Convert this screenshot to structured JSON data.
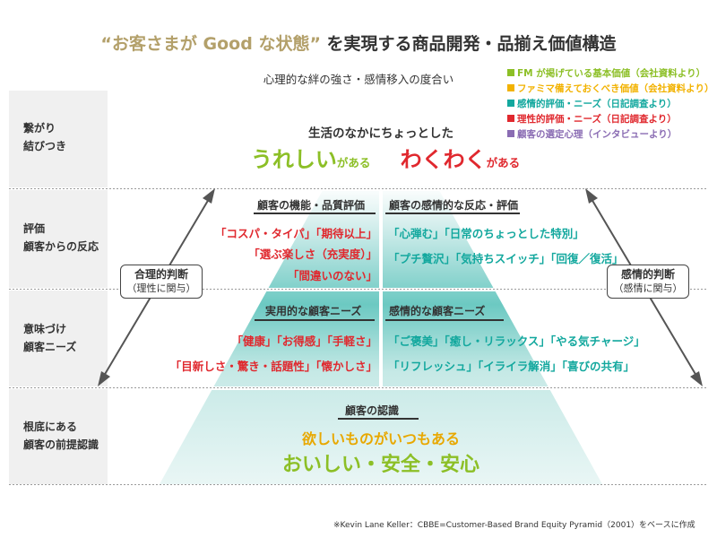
{
  "title": {
    "quoted": "“お客さまが Good な状態”",
    "rest": " を実現する商品開発・品揃え価値構造"
  },
  "subtitle": "心理的な絆の強さ・感情移入の度合い",
  "legend": [
    {
      "label": "FM が掲げている基本価値（会社資料より）",
      "color": "#8cbf26"
    },
    {
      "label": "ファミマ備えておくべき価値（会社資料より）",
      "color": "#f2b200"
    },
    {
      "label": "感情的評価・ニーズ（日記調査より）",
      "color": "#13a89e"
    },
    {
      "label": "理性的評価・ニーズ（日記調査より）",
      "color": "#e0282e"
    },
    {
      "label": "顧客の選定心理（インタビューより）",
      "color": "#8a6cb3"
    }
  ],
  "rows": [
    {
      "line1": "繋がり",
      "line2": "結びつき"
    },
    {
      "line1": "評価",
      "line2": "顧客からの反応"
    },
    {
      "line1": "意味づけ",
      "line2": "顧客ニーズ"
    },
    {
      "line1": "根底にある",
      "line2": "顧客の前提認識"
    }
  ],
  "top": {
    "lead": "生活のなかにちょっとした",
    "w1": "うれしい",
    "a1": "がある",
    "w2": "わくわく",
    "a2": "がある"
  },
  "eval": {
    "left_header": "顧客の機能・品質評価",
    "right_header": "顧客の感情的な反応・評価",
    "left_lines": [
      "「コスパ・タイパ」「期待以上」",
      "「選ぶ楽しさ（充実度）」",
      "「間違いのない」"
    ],
    "right_lines": [
      "「心弾む」「日常のちょっとした特別」",
      "「プチ贅沢」「気持ちスイッチ」「回復／復活」"
    ]
  },
  "needs": {
    "left_header": "実用的な顧客ニーズ",
    "right_header": "感情的な顧客ニーズ",
    "left_lines": [
      "「健康」「お得感」「手軽さ」",
      "「目新しさ・驚き・話題性」「懐かしさ」"
    ],
    "right_lines": [
      "「ご褒美」「癒し・リラックス」「やる気チャージ」",
      "「リフレッシュ」「イライラ解消」「喜びの共有」"
    ]
  },
  "base": {
    "header": "顧客の認識",
    "line1": "欲しいものがいつもある",
    "line2": "おいしい・安全・安心"
  },
  "bubbles": {
    "left": {
      "l1": "合理的判断",
      "l2": "（理性に関与）"
    },
    "right": {
      "l1": "感情的判断",
      "l2": "（感情に関与）"
    }
  },
  "footnote": "※Kevin Lane Keller：CBBE=Customer-Based Brand Equity Pyramid（2001）をベースに作成",
  "colors": {
    "teal": "#13a89e",
    "red": "#e0282e",
    "orange": "#e8a800",
    "green": "#8cbf26"
  }
}
